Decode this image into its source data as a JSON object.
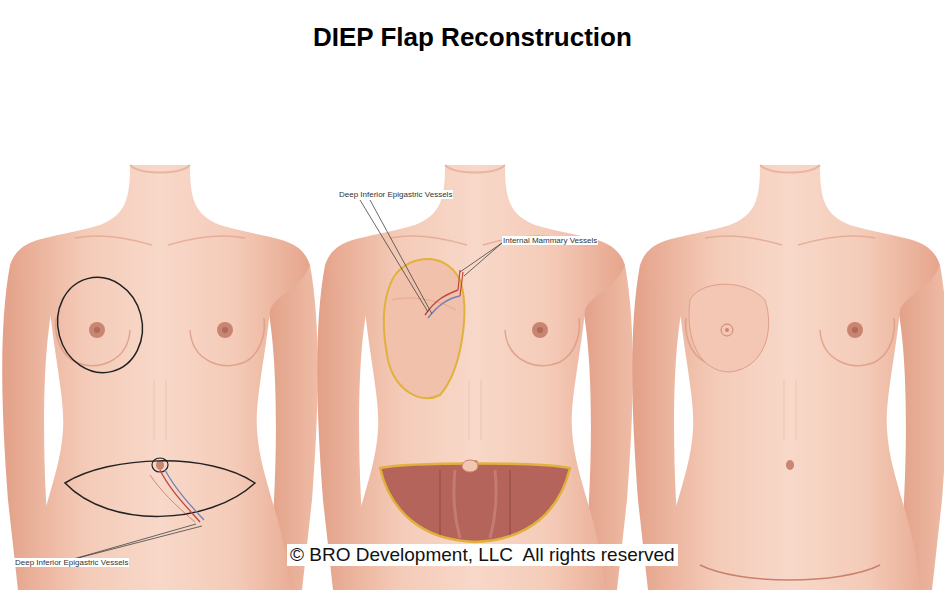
{
  "diagram": {
    "title": "DIEP Flap Reconstruction",
    "labels": [
      "Deep Inferior Epigastric Vessels",
      "Internal Mammary Vessels",
      "© BRO Development, LLC  All rights reserved",
      "Deep Inferior Epigastric Vessels"
    ]
  }
}
